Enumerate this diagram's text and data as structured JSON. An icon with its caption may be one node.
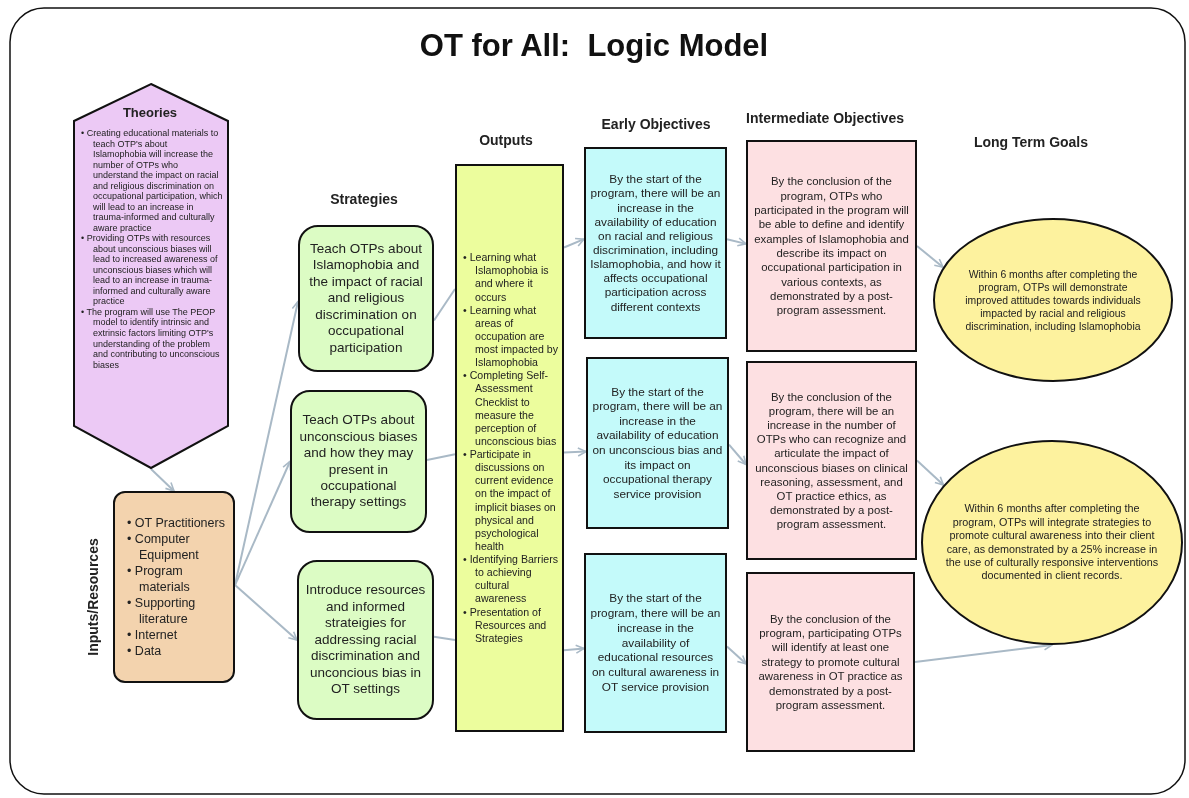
{
  "diagram": {
    "title": "OT for All:  Logic Model",
    "nodes": [
      {
        "text": [
          "Theories",
          "• Creating educational materials to teach OTP's about Islamophobia will increase the number of OTPs who understand the impact on racial and religious discrimination on occupational participation, which will lead to an increase in trauma-informed and culturally aware practice",
          "• Providing OTPs with resources about unconscious biases will lead to increased awareness of unconscious biases which will lead to an increase in trauma-informed and culturally aware practice",
          "• The program will use The PEOP model to identify intrinsic and extrinsic factors limiting OTP's understanding of the problem and contributing to unconscious biases"
        ]
      },
      {
        "text": [
          "• OT Practitioners",
          "• Computer Equipment",
          "• Program materials",
          "• Supporting literature",
          "• Internet",
          "• Data"
        ],
        "beside": [
          "Inputs/Resources"
        ]
      },
      {
        "text": [
          "Teach OTPs about Islamophobia and the impact of racial and religious discrimination on occupational participation"
        ]
      },
      {
        "text": [
          "Teach OTPs about unconscious biases and how they may present in occupational therapy settings"
        ]
      },
      {
        "text": [
          "Introduce resources and informed strateigies for addressing racial discrimination and unconcious bias in OT settings"
        ]
      },
      {
        "text": [
          "• Learning what Islamophobia is and where it occurs",
          "• Learning what areas of occupation are most impacted by Islamophobia",
          "• Completing Self-Assessment Checklist to measure the perception of unconscious bias",
          "• Participate in discussions on current evidence on the impact of implicit biases on physical and psychological health",
          "• Identifying Barriers to achieving cultural awareness",
          "• Presentation of Resources and Strategies"
        ]
      },
      {
        "text": [
          "By the start of the program, there will be an increase in the availability of education on racial and religious discrimination, including Islamophobia, and how it affects occupational participation across different contexts"
        ]
      },
      {
        "text": [
          "By the start of the program, there will be an increase in the availability of education on unconscious bias and its impact on occupational therapy service provision"
        ]
      },
      {
        "text": [
          "By the start of the program, there will be an increase in the availability of educational resources on cultural awareness in OT service provision"
        ]
      },
      {
        "text": [
          "By the conclusion of the program, OTPs who participated in the program will be able to define and identify examples of Islamophobia and describe its impact on occupational participation in various contexts, as demonstrated by a post-program assessment."
        ]
      },
      {
        "text": [
          "By the conclusion of the program, there will be an increase in the number of OTPs who can recognize and articulate the impact of unconscious biases on clinical reasoning, assessment, and OT practice ethics, as demonstrated by a post-program assessment."
        ]
      },
      {
        "text": [
          "By the conclusion of the program, participating OTPs will identify at least one strategy to promote cultural awareness in OT practice as demonstrated by a post-program assessment."
        ]
      },
      {
        "text": [
          "Within 6 months after completing the program, OTPs will demonstrate improved attitudes towards individuals impacted by racial and religious discrimination, including Islamophobia"
        ]
      },
      {
        "text": [
          "Within 6 months after completing the program, OTPs will integrate strategies to promote cultural awareness into their client care, as demonstrated by a 25% increase in the use of culturally responsive interventions documented in client records."
        ]
      }
    ],
    "edges": [
      {
        "from": 0,
        "to": 1,
        "arrow": "to"
      },
      {
        "from": 1,
        "to": 2,
        "arrow": "to"
      },
      {
        "from": 1,
        "to": 3,
        "arrow": "to"
      },
      {
        "from": 1,
        "to": 4,
        "arrow": "to"
      },
      {
        "from": 2,
        "to": 5,
        "arrow": "none"
      },
      {
        "from": 3,
        "to": 5,
        "arrow": "none"
      },
      {
        "from": 4,
        "to": 5,
        "arrow": "none"
      },
      {
        "from": 5,
        "to": 6,
        "arrow": "to"
      },
      {
        "from": 5,
        "to": 7,
        "arrow": "to"
      },
      {
        "from": 5,
        "to": 8,
        "arrow": "to"
      },
      {
        "from": 6,
        "to": 9,
        "arrow": "to"
      },
      {
        "from": 7,
        "to": 10,
        "arrow": "to"
      },
      {
        "from": 8,
        "to": 11,
        "arrow": "to"
      },
      {
        "from": 9,
        "to": 12,
        "arrow": "to"
      },
      {
        "from": 10,
        "to": 13,
        "arrow": "to"
      },
      {
        "from": 11,
        "to": 13,
        "arrow": "to"
      }
    ],
    "labels": [
      "Outputs",
      "Early Objectives",
      "Intermediate Objectives",
      "Long Term Goals",
      "Strategies"
    ]
  }
}
